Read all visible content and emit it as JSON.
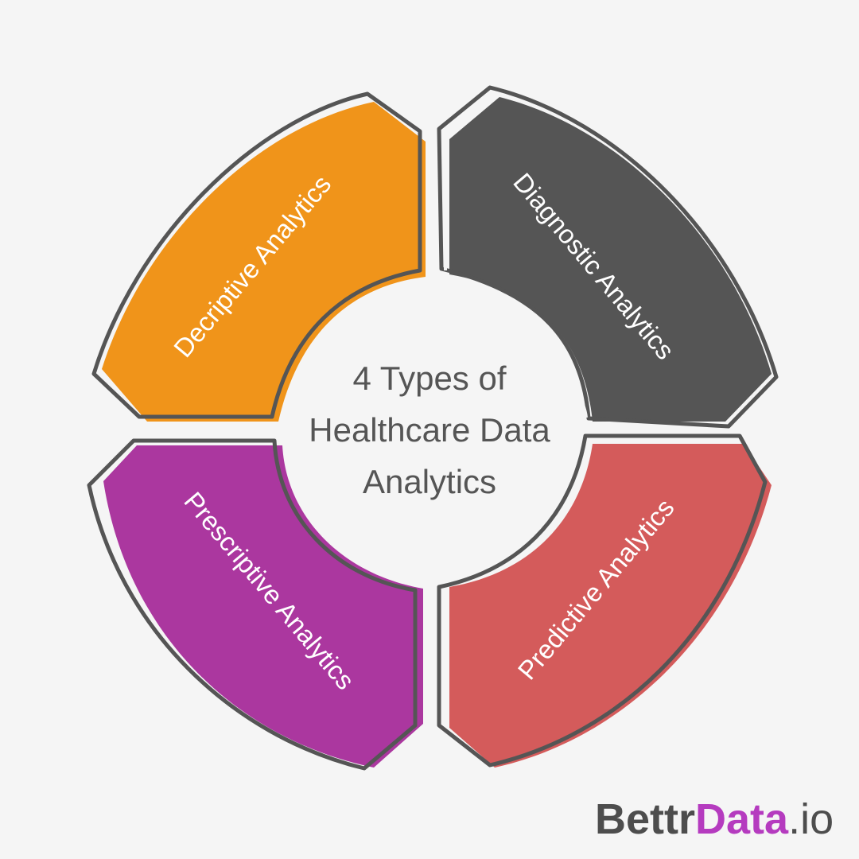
{
  "center_title": [
    "4 Types of",
    "Healthcare Data",
    "Analytics"
  ],
  "segments": [
    {
      "id": "descriptive",
      "label": "Decriptive Analytics",
      "color": "#f0941a"
    },
    {
      "id": "diagnostic",
      "label": "Diagnostic Analytics",
      "color": "#555555"
    },
    {
      "id": "predictive",
      "label": "Predictive Analytics",
      "color": "#d45b5b"
    },
    {
      "id": "prescriptive",
      "label": "Prescriptive Analytics",
      "color": "#ab379f"
    }
  ],
  "outline_color": "#555555",
  "brand": {
    "part1": "Bettr",
    "part2": "Data",
    "part3": ".io"
  }
}
